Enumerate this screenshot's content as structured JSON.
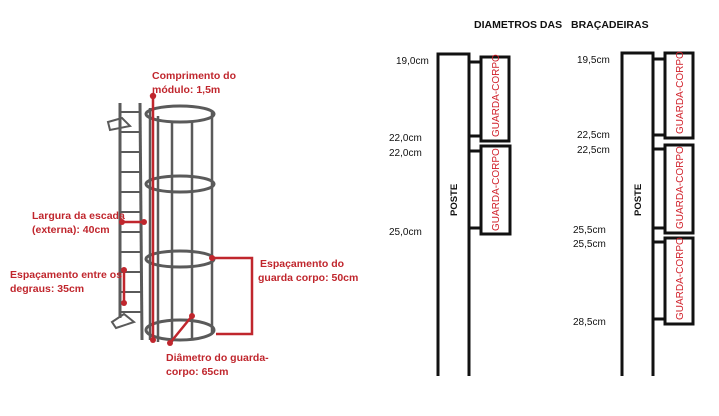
{
  "header": {
    "title_part1": "DIAMETROS DAS",
    "title_part2": "BRAÇADEIRAS"
  },
  "ladder": {
    "module_length": {
      "line1": "Comprimento do",
      "line2": "módulo: 1,5m"
    },
    "ladder_width": {
      "line1": "Largura da escada",
      "line2": "(externa): 40cm"
    },
    "step_spacing": {
      "line1": "Espaçamento entre os",
      "line2": "degraus: 35cm"
    },
    "guard_spacing": {
      "line1": "Espaçamento do",
      "line2": "guarda corpo: 50cm"
    },
    "guard_diameter": {
      "line1": "Diâmetro do guarda-",
      "line2": "corpo: 65cm"
    }
  },
  "left_post": {
    "post_label": "POSTE",
    "module_label_top": "GUARDA-CORPO",
    "module_label_bottom": "GUARDA-CORPO",
    "measurements": [
      "19,0cm",
      "22,0cm",
      "22,0cm",
      "25,0cm"
    ]
  },
  "right_post": {
    "post_label": "POSTE",
    "module_label_top": "GUARDA-CORPO",
    "module_label_mid": "GUARDA-CORPO",
    "module_label_bottom": "GUARDA-CORPO",
    "measurements": [
      "19,5cm",
      "22,5cm",
      "22,5cm",
      "25,5cm",
      "25,5cm",
      "28,5cm"
    ]
  },
  "colors": {
    "accent": "#c0262d",
    "structure": "#555555",
    "ink": "#111111"
  }
}
